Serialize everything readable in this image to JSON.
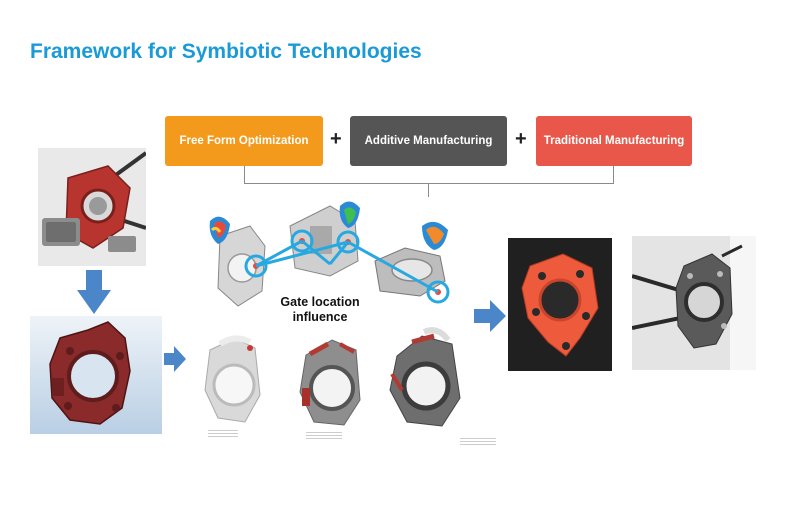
{
  "title": "Framework for Symbiotic Technologies",
  "technologies": [
    {
      "label": "Free Form Optimization",
      "color": "#f39a1c"
    },
    {
      "label": "Additive Manufacturing",
      "color": "#555555"
    },
    {
      "label": "Traditional Manufacturing",
      "color": "#e8574a"
    }
  ],
  "plus_sign": "+",
  "gate_caption_line1": "Gate location",
  "gate_caption_line2": "influence",
  "colors": {
    "title": "#1a9ad6",
    "arrow": "#4a86c8",
    "highlight_circle": "#27a8e0",
    "part_red": "#b8352f",
    "printed_orange": "#ee5a3c"
  }
}
